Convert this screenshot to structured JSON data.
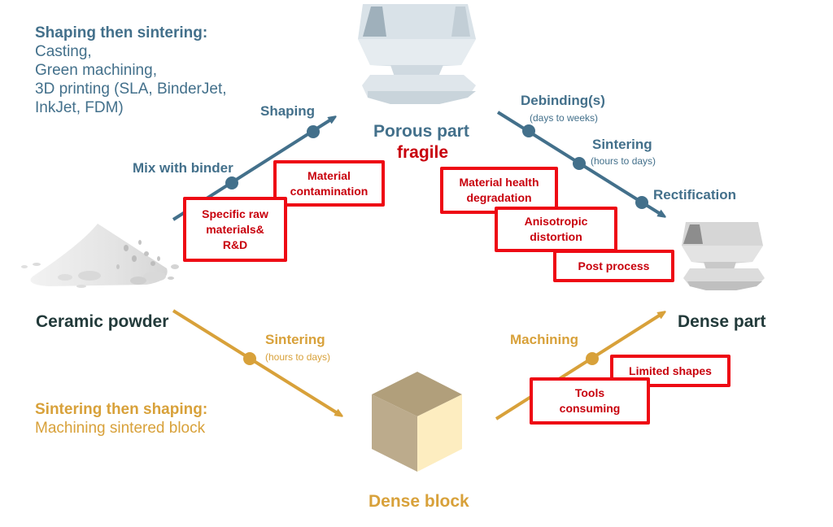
{
  "top_left_block": {
    "title": "Shaping then sintering:",
    "lines": [
      "Casting,",
      "Green machining,",
      "3D printing (SLA, BinderJet,",
      "InkJet, FDM)"
    ]
  },
  "bottom_left_block": {
    "title": "Sintering then shaping:",
    "lines": [
      "Machining sintered block"
    ]
  },
  "nodes": {
    "ceramic_powder": "Ceramic powder",
    "porous_part": "Porous part",
    "porous_part_note": "fragile",
    "dense_part": "Dense part",
    "dense_block": "Dense block"
  },
  "upper_path": {
    "color": "#43708b",
    "steps": [
      {
        "label": "Mix with binder"
      },
      {
        "label": "Shaping"
      },
      {
        "label": "Debinding(s)",
        "sub": "(days to weeks)"
      },
      {
        "label": "Sintering",
        "sub": "(hours to days)"
      },
      {
        "label": "Rectification"
      }
    ]
  },
  "lower_path": {
    "color": "#d8a13a",
    "steps": [
      {
        "label": "Sintering",
        "sub": "(hours to days)"
      },
      {
        "label": "Machining"
      }
    ]
  },
  "issues": {
    "specific_raw": "Specific raw materials& R&D",
    "contamination": "Material contamination",
    "health": "Material health degradation",
    "anisotropic": "Anisotropic distortion",
    "post_process": "Post process",
    "limited_shapes": "Limited shapes",
    "tools": "Tools consuming"
  },
  "colors": {
    "blue": "#43708b",
    "gold": "#d8a13a",
    "red": "#ee0a14",
    "dark": "#223a3a"
  }
}
